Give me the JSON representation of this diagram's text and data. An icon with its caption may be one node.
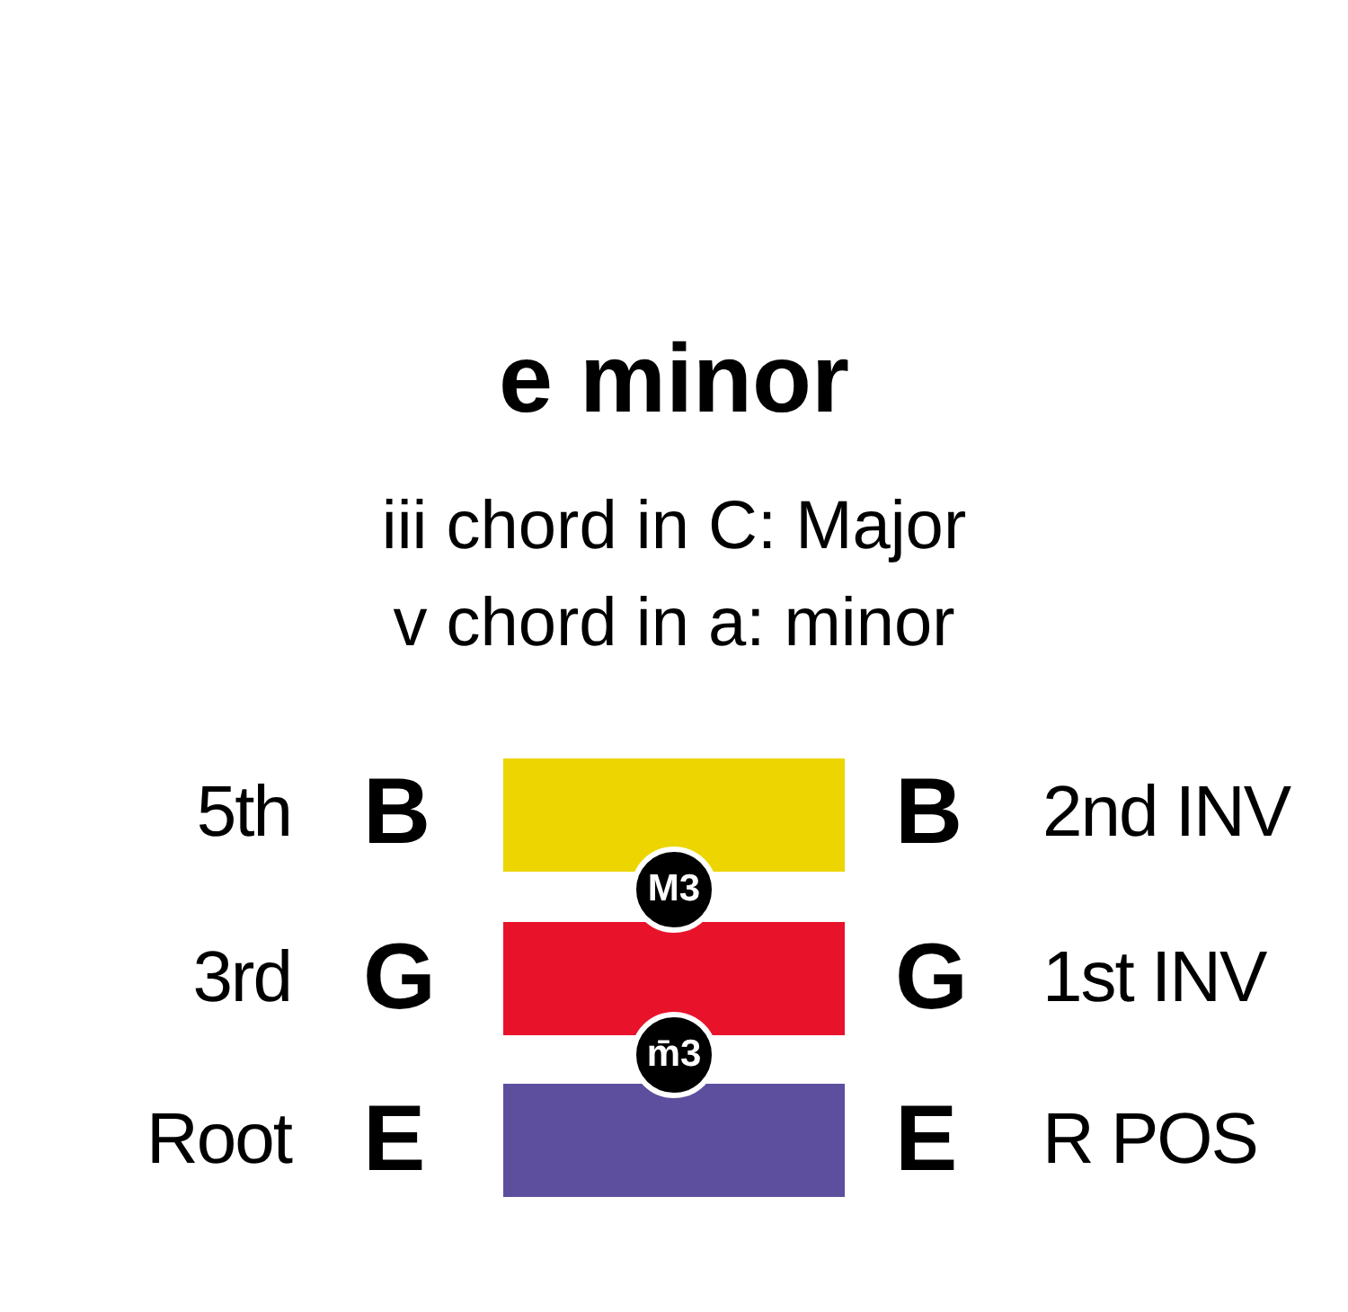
{
  "diagram": {
    "title": "e minor",
    "nodes": [
      {
        "text": [],
        "shape": "bar"
      },
      {
        "text": [],
        "shape": "bar"
      },
      {
        "text": [],
        "shape": "bar"
      },
      {
        "text": [
          "M3"
        ]
      },
      {
        "text": [
          "m̄3"
        ]
      }
    ],
    "labels": [
      "iii chord in C: Major",
      "v chord in a: minor",
      "5th",
      "B",
      "B",
      "2nd INV",
      "3rd",
      "G",
      "G",
      "1st INV",
      "Root",
      "E",
      "E",
      "R POS"
    ]
  }
}
